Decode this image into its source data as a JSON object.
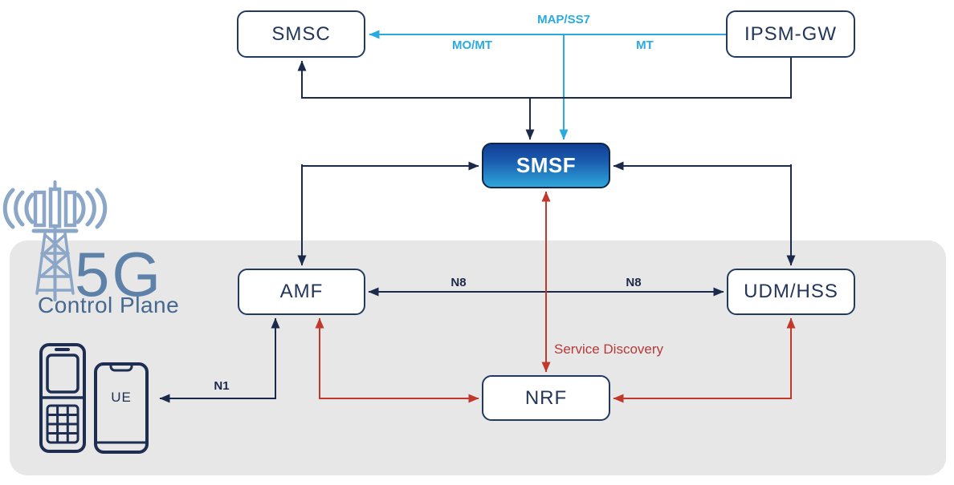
{
  "nodes": {
    "smsc": {
      "label": "SMSC"
    },
    "ipsm_gw": {
      "label": "IPSM-GW"
    },
    "smsf": {
      "label": "SMSF"
    },
    "amf": {
      "label": "AMF"
    },
    "udm_hss": {
      "label": "UDM/HSS"
    },
    "nrf": {
      "label": "NRF"
    },
    "ue": {
      "label": "UE"
    }
  },
  "edges": {
    "map_ss7": "MAP/SS7",
    "mo_mt": "MO/MT",
    "mt": "MT",
    "n8": "N8",
    "n1": "N1",
    "service_discovery": "Service Discovery"
  },
  "region": {
    "big_label": "5G",
    "sub_label": "Control Plane"
  },
  "colors": {
    "navy_line": "#1b2a4a",
    "cyan_line": "#29abe2",
    "red_line": "#c0392b",
    "region_bg": "#e7e7e7",
    "box_border": "#223a5f",
    "box_text": "#223659",
    "smsf_gradient_top": "#123e95",
    "smsf_gradient_bottom": "#2fa7da",
    "icon_steel_blue": "#8ba6c6",
    "label_5g": "#5d81a8"
  },
  "icons": {
    "tower": "cell-tower-icon",
    "feature_phone": "feature-phone-icon",
    "smartphone": "smartphone-icon"
  }
}
